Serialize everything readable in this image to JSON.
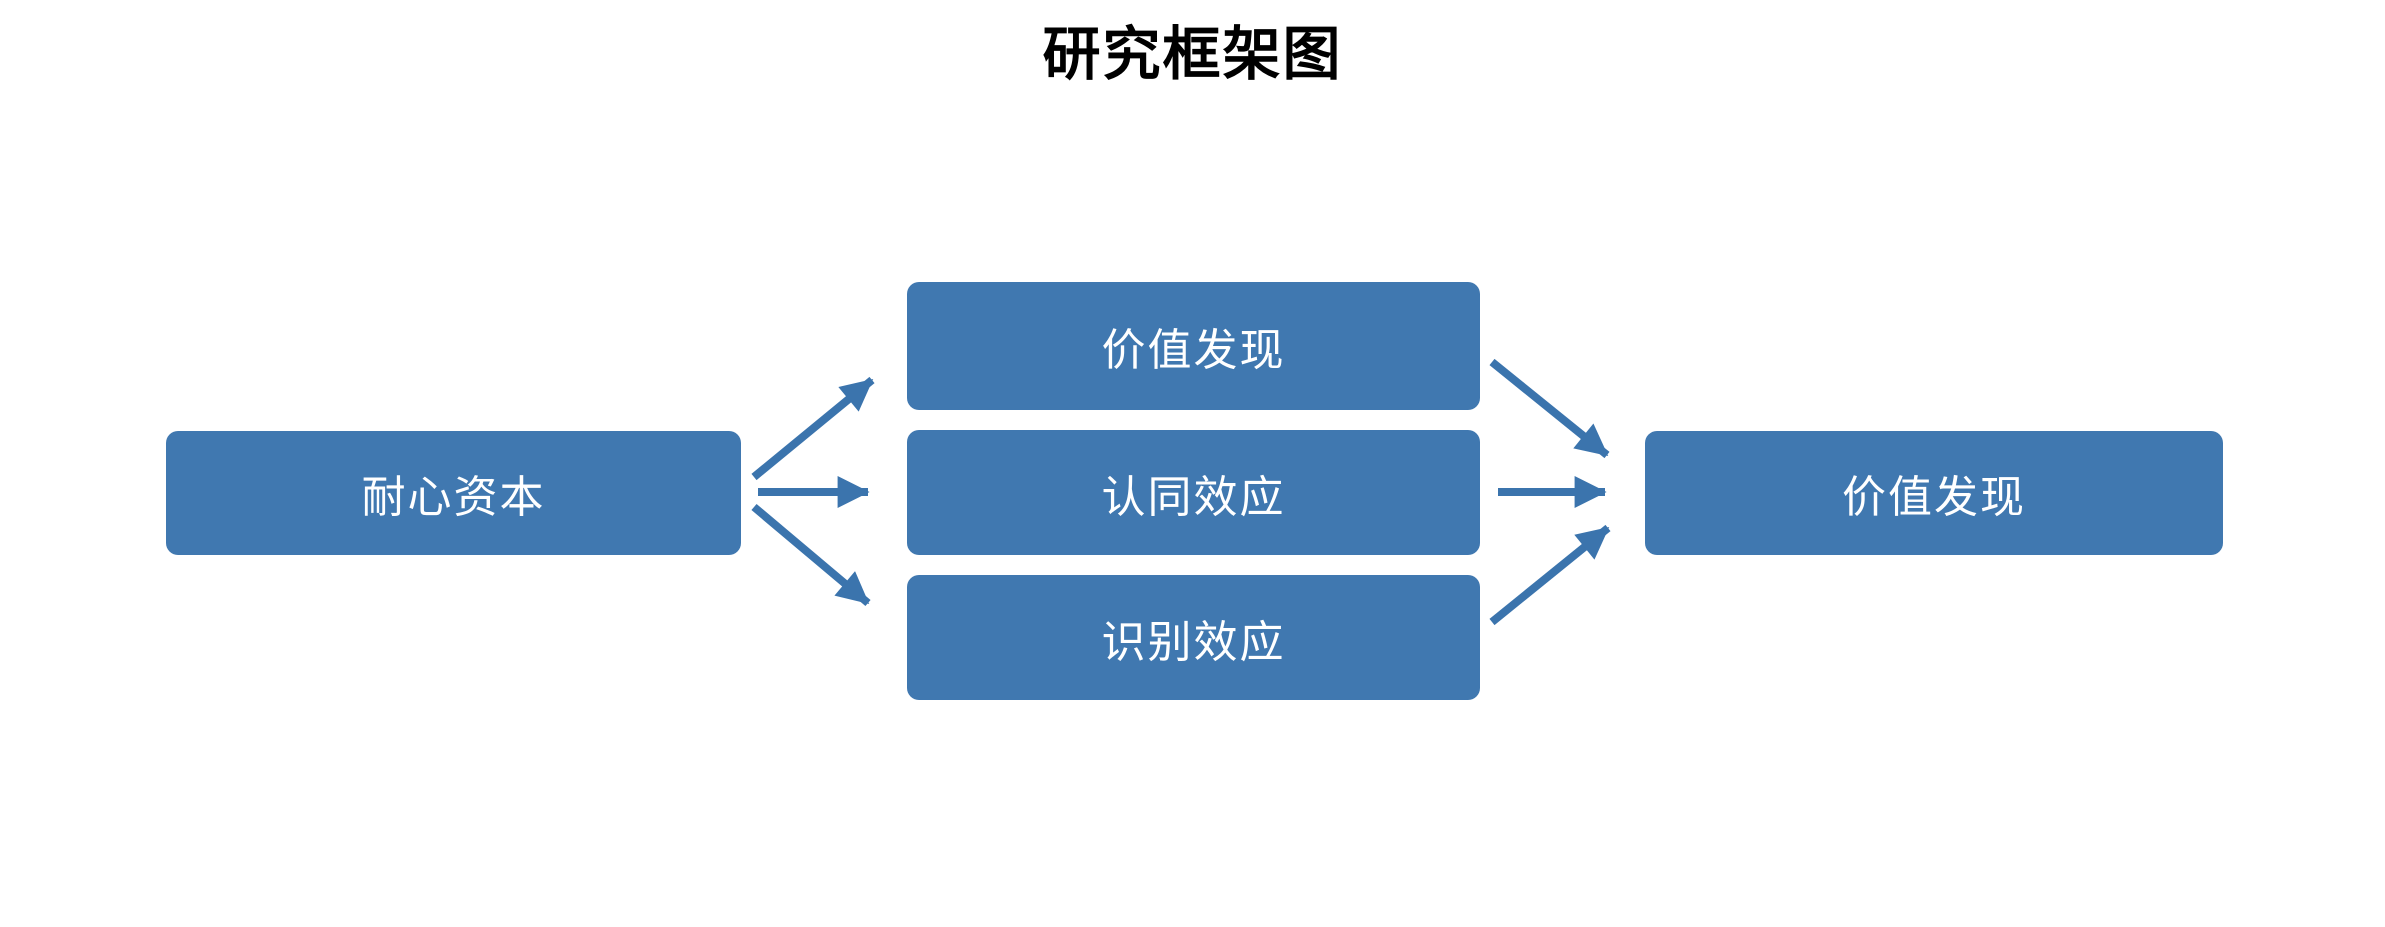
{
  "title": "研究框架图",
  "colors": {
    "background": "#FFFFFF",
    "node_fill": "#4078B0",
    "node_text": "#FFFFFF",
    "arrow": "#3B74AD",
    "title_text": "#000000"
  },
  "nodes": {
    "source": {
      "id": "source",
      "label": "耐心资本"
    },
    "mediators": [
      {
        "id": "mediator_0",
        "label": "价值发现"
      },
      {
        "id": "mediator_1",
        "label": "认同效应"
      },
      {
        "id": "mediator_2",
        "label": "识别效应"
      }
    ],
    "outcome": {
      "id": "outcome",
      "label": "价值发现"
    }
  },
  "edges": [
    {
      "from": "source",
      "to": "mediator_0"
    },
    {
      "from": "source",
      "to": "mediator_1"
    },
    {
      "from": "source",
      "to": "mediator_2"
    },
    {
      "from": "mediator_0",
      "to": "outcome"
    },
    {
      "from": "mediator_1",
      "to": "outcome"
    },
    {
      "from": "mediator_2",
      "to": "outcome"
    }
  ]
}
